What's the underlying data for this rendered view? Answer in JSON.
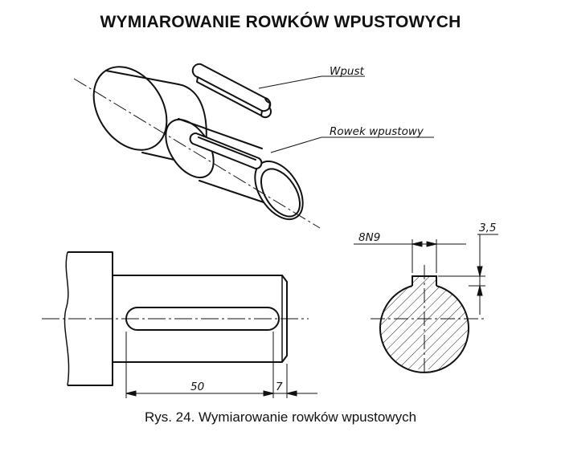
{
  "title": "WYMIAROWANIE ROWKÓW WPUSTOWYCH",
  "caption": "Rys. 24. Wymiarowanie rowków wpustowych",
  "labels": {
    "key": "Wpust",
    "keyway": "Rowek wpustowy"
  },
  "dimensions": {
    "keyway_length": "50",
    "end_offset": "7",
    "keyway_width": "8N9",
    "keyway_depth": "3,5"
  }
}
